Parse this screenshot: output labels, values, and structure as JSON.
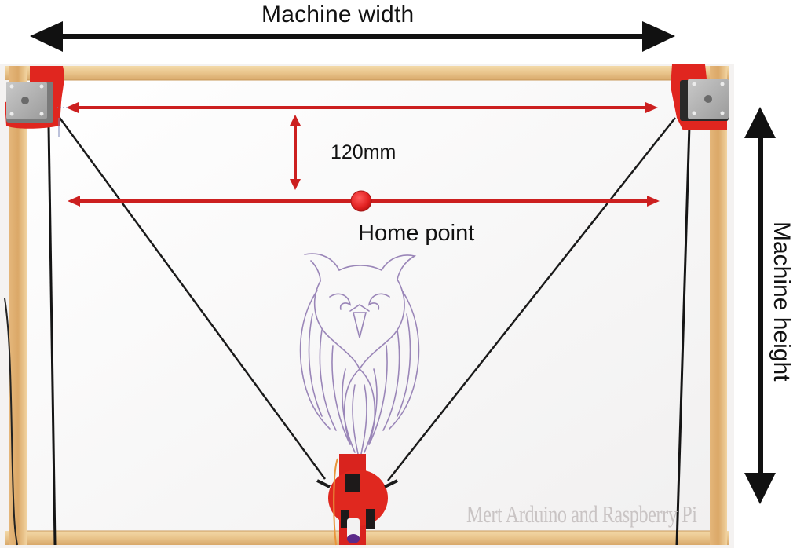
{
  "diagram": {
    "subject": "vertical pen plotter (polargraph) on wooden frame whiteboard",
    "labels": {
      "machine_width": "Machine width",
      "machine_height": "Machine height",
      "offset": "120mm",
      "home_point": "Home point"
    },
    "watermark": "Mert Arduino and Raspberry Pi",
    "annotations": [
      {
        "type": "double-arrow",
        "orientation": "horizontal",
        "color": "#111111",
        "label": "Machine width"
      },
      {
        "type": "double-arrow",
        "orientation": "vertical",
        "color": "#111111",
        "label": "Machine height"
      },
      {
        "type": "double-arrow",
        "orientation": "horizontal",
        "color": "#cc1f1f",
        "position": "between motor shafts"
      },
      {
        "type": "double-arrow",
        "orientation": "vertical",
        "color": "#cc1f1f",
        "label": "120mm"
      },
      {
        "type": "double-arrow",
        "orientation": "horizontal",
        "color": "#cc1f1f",
        "position": "home line"
      },
      {
        "type": "point",
        "color": "#e02424",
        "label": "Home point"
      }
    ],
    "components": [
      {
        "name": "left-stepper-motor",
        "mount_color": "#e0261f"
      },
      {
        "name": "right-stepper-motor",
        "mount_color": "#e0261f"
      },
      {
        "name": "pen-carriage",
        "color": "#d9231e",
        "pen_cap_color": "#5a2a8a"
      },
      {
        "name": "left-belt"
      },
      {
        "name": "right-belt"
      },
      {
        "name": "owl-drawing",
        "stroke_color": "#9a86b8"
      }
    ],
    "colors": {
      "frame_wood": "#e8c48c",
      "frame_wood_dark": "#d9a866",
      "board": "#fbfbfb",
      "annotation_red": "#cc1f1f",
      "annotation_black": "#111111"
    }
  }
}
